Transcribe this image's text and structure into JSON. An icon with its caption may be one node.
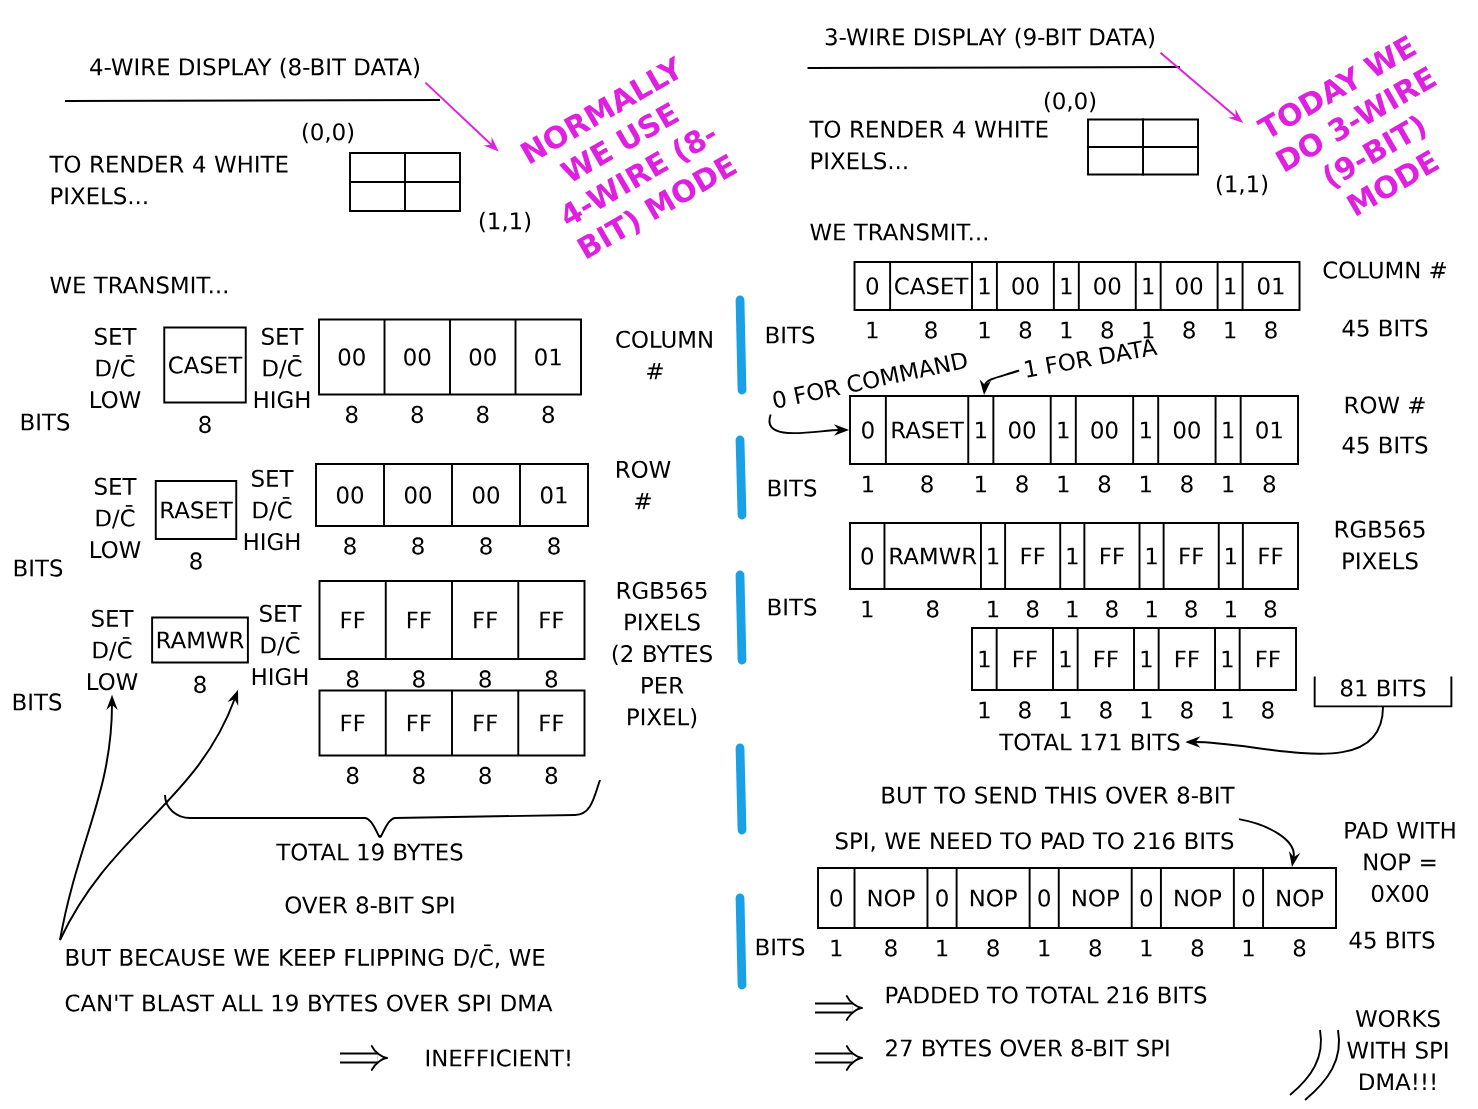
{
  "diagram": {
    "nodes": [
      {
        "text": [
          "4-WIRE DISPLAY (8-BIT DATA)"
        ]
      },
      {
        "text": [
          "NORMALLY WE USE 4-WIRE (8-BIT) MODE"
        ]
      },
      {
        "text": [],
        "shape": "box"
      },
      {
        "text": [
          "CASET"
        ],
        "beside": [
          "8"
        ]
      },
      {
        "text": [
          "00",
          "00",
          "00",
          "01"
        ],
        "beside": [
          "8",
          "8",
          "8",
          "8"
        ]
      },
      {
        "text": [
          "RASET"
        ],
        "beside": [
          "8"
        ]
      },
      {
        "text": [
          "00",
          "00",
          "00",
          "01"
        ],
        "beside": [
          "8",
          "8",
          "8",
          "8"
        ]
      },
      {
        "text": [
          "SET D/C̄ LOW"
        ]
      },
      {
        "text": [
          "RAMWR"
        ],
        "beside": [
          "8"
        ]
      },
      {
        "text": [
          "SET D/C̄ HIGH"
        ]
      },
      {
        "text": [
          "FF",
          "FF",
          "FF",
          "FF"
        ],
        "beside": [
          "8",
          "8",
          "8",
          "8"
        ]
      },
      {
        "text": [
          "FF",
          "FF",
          "FF",
          "FF"
        ],
        "beside": [
          "8",
          "8",
          "8",
          "8"
        ]
      },
      {
        "text": [
          "BUT BECAUSE WE KEEP FLIPPING D/C̄, WE CAN'T BLAST ALL 19 BYTES OVER SPI DMA"
        ]
      },
      {
        "text": [
          "3-WIRE DISPLAY (9-BIT DATA)"
        ]
      },
      {
        "text": [
          "TODAY WE DO 3-WIRE (9-BIT) MODE"
        ]
      },
      {
        "text": [],
        "shape": "box"
      },
      {
        "text": [
          "0",
          "CASET",
          "1",
          "00",
          "1",
          "00",
          "1",
          "00",
          "1",
          "01"
        ],
        "beside": [
          "1",
          "8",
          "1",
          "8",
          "1",
          "8",
          "1",
          "8",
          "1",
          "8"
        ]
      },
      {
        "text": [
          "0 FOR COMMAND"
        ]
      },
      {
        "text": [
          "1 FOR DATA"
        ]
      },
      {
        "text": [
          "0",
          "RASET",
          "1",
          "00",
          "1",
          "00",
          "1",
          "00",
          "1",
          "01"
        ],
        "beside": [
          "1",
          "8",
          "1",
          "8",
          "1",
          "8",
          "1",
          "8",
          "1",
          "8"
        ]
      },
      {
        "text": [
          "0",
          "RAMWR",
          "1",
          "FF",
          "1",
          "FF",
          "1",
          "FF",
          "1",
          "FF"
        ],
        "beside": [
          "1",
          "8",
          "1",
          "8",
          "1",
          "8",
          "1",
          "8",
          "1",
          "8"
        ]
      },
      {
        "text": [
          "1",
          "FF",
          "1",
          "FF",
          "1",
          "FF",
          "1",
          "FF"
        ],
        "beside": [
          "1",
          "8",
          "1",
          "8",
          "1",
          "8",
          "1",
          "8"
        ]
      },
      {
        "text": [
          "81 BITS"
        ]
      },
      {
        "text": [
          "TOTAL 171 BITS"
        ]
      },
      {
        "text": [
          "BUT TO SEND THIS OVER 8-BIT SPI, WE NEED TO PAD TO 216 BITS"
        ]
      },
      {
        "text": [
          "0",
          "NOP",
          "0",
          "NOP",
          "0",
          "NOP",
          "0",
          "NOP",
          "0",
          "NOP"
        ],
        "beside": [
          "1",
          "8",
          "1",
          "8",
          "1",
          "8",
          "1",
          "8",
          "1",
          "8"
        ]
      }
    ],
    "edges": [
      {
        "from": 0,
        "to": 1,
        "arrow": "to",
        "color": "#e020e0"
      },
      {
        "from": 12,
        "to": 7,
        "arrow": "to"
      },
      {
        "from": 12,
        "to": 9,
        "arrow": "to"
      },
      {
        "from": 17,
        "to": 19,
        "arrow": "to"
      },
      {
        "from": 18,
        "to": 19,
        "arrow": "to"
      },
      {
        "from": 22,
        "to": 23,
        "arrow": "to"
      },
      {
        "from": 24,
        "to": 25,
        "arrow": "to"
      },
      {
        "from": 13,
        "to": 14,
        "arrow": "to",
        "color": "#e020e0"
      }
    ],
    "labels": [
      "(0,0)",
      "TO RENDER 4 WHITE PIXELS...",
      "(1,1)",
      "WE TRANSMIT...",
      "SET D/C̄ LOW",
      "SET D/C̄ HIGH",
      "COLUMN #",
      "BITS",
      "SET D/C̄ LOW",
      "SET D/C̄ HIGH",
      "ROW #",
      "BITS",
      "RGB565 PIXELS (2 BYTES PER PIXEL)",
      "BITS",
      "TOTAL 19 BYTES",
      "OVER 8-BIT SPI",
      "INEFFICIENT!",
      "(0,0)",
      "TO RENDER 4 WHITE PIXELS...",
      "(1,1)",
      "WE TRANSMIT...",
      "COLUMN #",
      "BITS",
      "45 BITS",
      "ROW #",
      "45 BITS",
      "BITS",
      "RGB565 PIXELS",
      "BITS",
      "PAD WITH NOP = 0X00",
      "BITS",
      "45 BITS",
      "PADDED TO TOTAL 216 BITS",
      "27 BYTES OVER 8-BIT SPI",
      "WORKS WITH SPI DMA!!!"
    ]
  }
}
